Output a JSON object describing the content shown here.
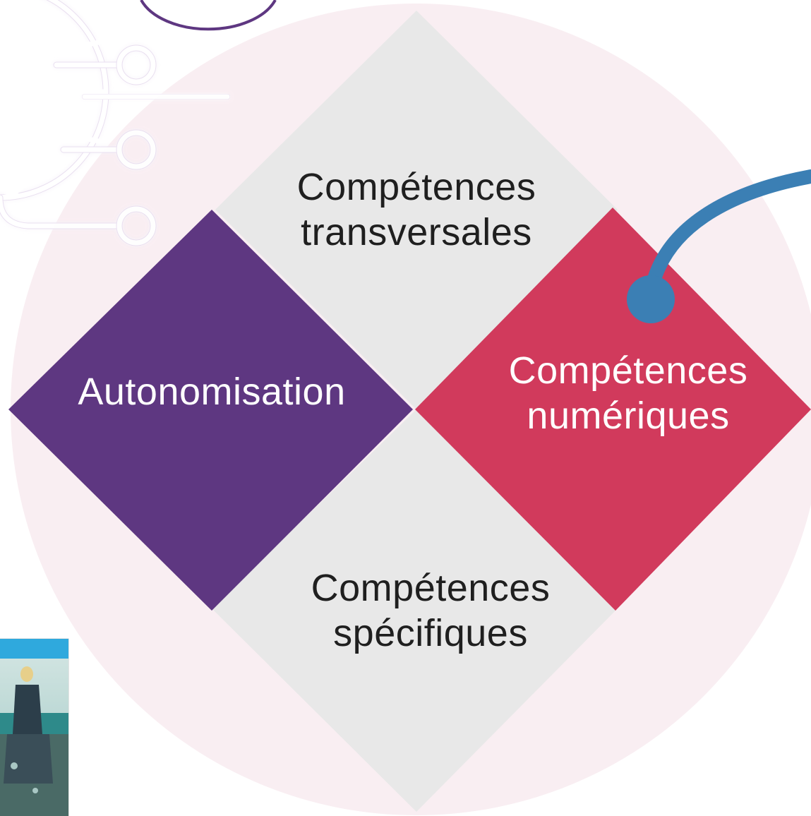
{
  "diagram": {
    "quadrants": [
      {
        "id": "top",
        "lines": [
          "Compétences",
          "transversales"
        ],
        "fill": "#e8e8e8",
        "text_color": "#1f1f1f"
      },
      {
        "id": "left",
        "lines": [
          "Autonomisation"
        ],
        "fill": "#5e3781",
        "text_color": "#ffffff"
      },
      {
        "id": "right",
        "lines": [
          "Compétences",
          "numériques"
        ],
        "fill": "#d13a5c",
        "text_color": "#ffffff"
      },
      {
        "id": "bottom",
        "lines": [
          "Compétences",
          "spécifiques"
        ],
        "fill": "#e8e8e8",
        "text_color": "#1f1f1f"
      }
    ],
    "background_circle_color": "#f9eef2",
    "pointer_color": "#3b7fb4",
    "icons": [
      "globe-network-icon",
      "book-cover-thumbnail"
    ]
  }
}
